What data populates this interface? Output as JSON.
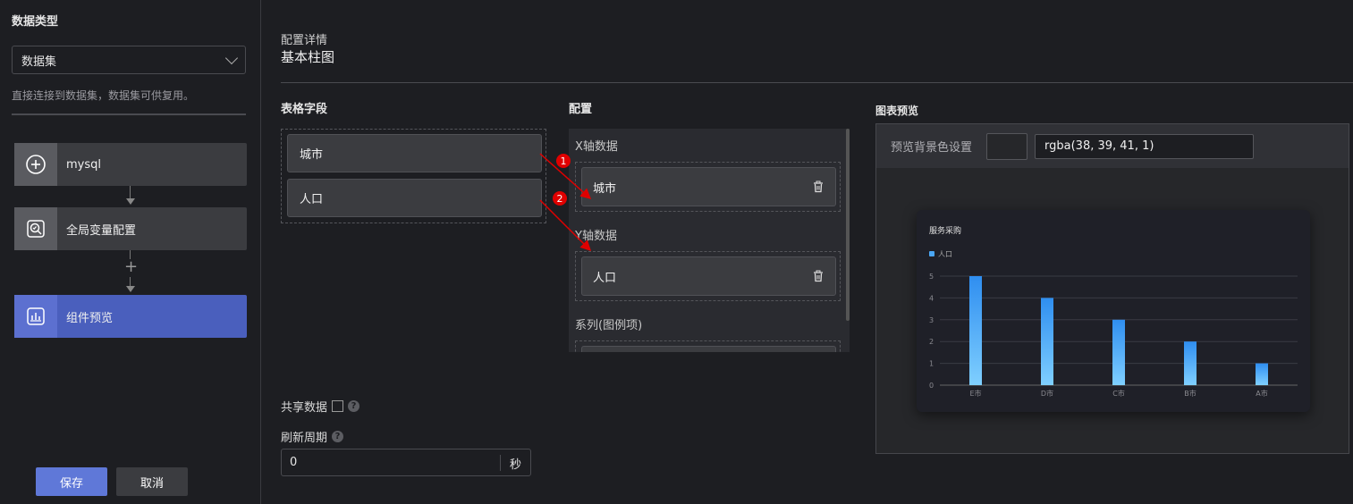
{
  "sidebar": {
    "section_title": "数据类型",
    "select_value": "数据集",
    "hint": "直接连接到数据集，数据集可供复用。",
    "nodes": [
      {
        "label": "mysql",
        "icon": "plus-circle-icon"
      },
      {
        "label": "全局变量配置",
        "icon": "variable-search-icon"
      },
      {
        "label": "组件预览",
        "icon": "chart-preview-icon"
      }
    ],
    "save_label": "保存",
    "cancel_label": "取消"
  },
  "main": {
    "config_sub": "配置详情",
    "config_title": "基本柱图",
    "fields_title": "表格字段",
    "fields": [
      "城市",
      "人口"
    ],
    "config_title_col": "配置",
    "x_axis_label": "X轴数据",
    "x_axis_value": "城市",
    "y_axis_label": "Y轴数据",
    "y_axis_value": "人口",
    "series_label": "系列(图例项)",
    "annotations": [
      "1",
      "2"
    ],
    "share_label": "共享数据",
    "refresh_label": "刷新周期",
    "refresh_value": "0",
    "refresh_unit": "秒"
  },
  "preview": {
    "title": "图表预览",
    "bg_label": "预览背景色设置",
    "bg_value": "rgba(38, 39, 41, 1)"
  },
  "colors": {
    "accent": "#5f78d8",
    "bar_top": "#2f8ef0",
    "bar_bottom": "#7fcfff",
    "arrow": "#e00000"
  },
  "chart_data": {
    "type": "bar",
    "title": "服务采购",
    "legend": [
      "人口"
    ],
    "categories": [
      "E市",
      "D市",
      "C市",
      "B市",
      "A市"
    ],
    "series": [
      {
        "name": "人口",
        "values": [
          5,
          4,
          3,
          2,
          1
        ]
      }
    ],
    "ylim": [
      0,
      5
    ],
    "yticks": [
      0,
      1,
      2,
      3,
      4,
      5
    ],
    "legend_position": "top-left",
    "grid": true
  }
}
